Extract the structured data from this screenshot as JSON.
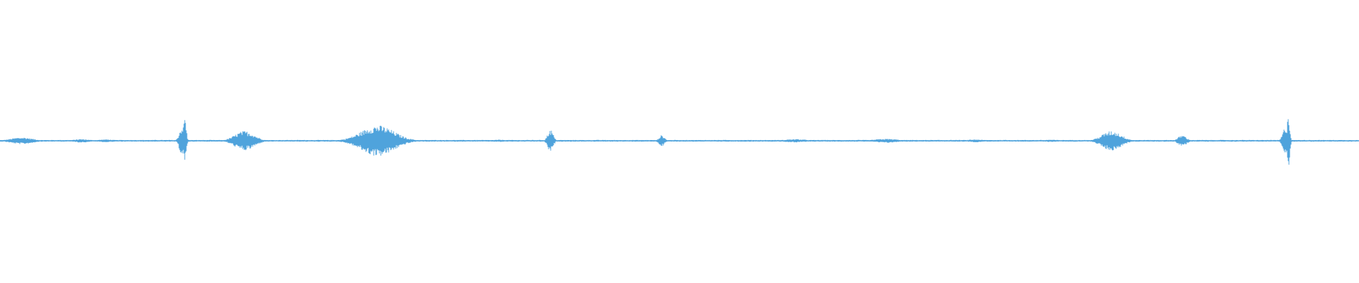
{
  "waveform": {
    "color": "#4fa3dc",
    "background": "#ffffff",
    "bursts": [
      {
        "at": 0.016,
        "amp": 0.012,
        "span": 0.008
      },
      {
        "at": 0.06,
        "amp": 0.006,
        "span": 0.006
      },
      {
        "at": 0.078,
        "amp": 0.005,
        "span": 0.006
      },
      {
        "at": 0.134,
        "amp": 0.05,
        "span": 0.002
      },
      {
        "at": 0.136,
        "amp": 0.09,
        "span": 0.001
      },
      {
        "at": 0.18,
        "amp": 0.035,
        "span": 0.007
      },
      {
        "at": 0.278,
        "amp": 0.055,
        "span": 0.012
      },
      {
        "at": 0.368,
        "amp": 0.004,
        "span": 0.006
      },
      {
        "at": 0.405,
        "amp": 0.04,
        "span": 0.002
      },
      {
        "at": 0.487,
        "amp": 0.02,
        "span": 0.002
      },
      {
        "at": 0.585,
        "amp": 0.006,
        "span": 0.008
      },
      {
        "at": 0.652,
        "amp": 0.007,
        "span": 0.009
      },
      {
        "at": 0.718,
        "amp": 0.005,
        "span": 0.006
      },
      {
        "at": 0.773,
        "amp": 0.004,
        "span": 0.006
      },
      {
        "at": 0.818,
        "amp": 0.035,
        "span": 0.007
      },
      {
        "at": 0.87,
        "amp": 0.02,
        "span": 0.003
      },
      {
        "at": 0.946,
        "amp": 0.05,
        "span": 0.002
      },
      {
        "at": 0.948,
        "amp": 0.1,
        "span": 0.001
      }
    ]
  }
}
